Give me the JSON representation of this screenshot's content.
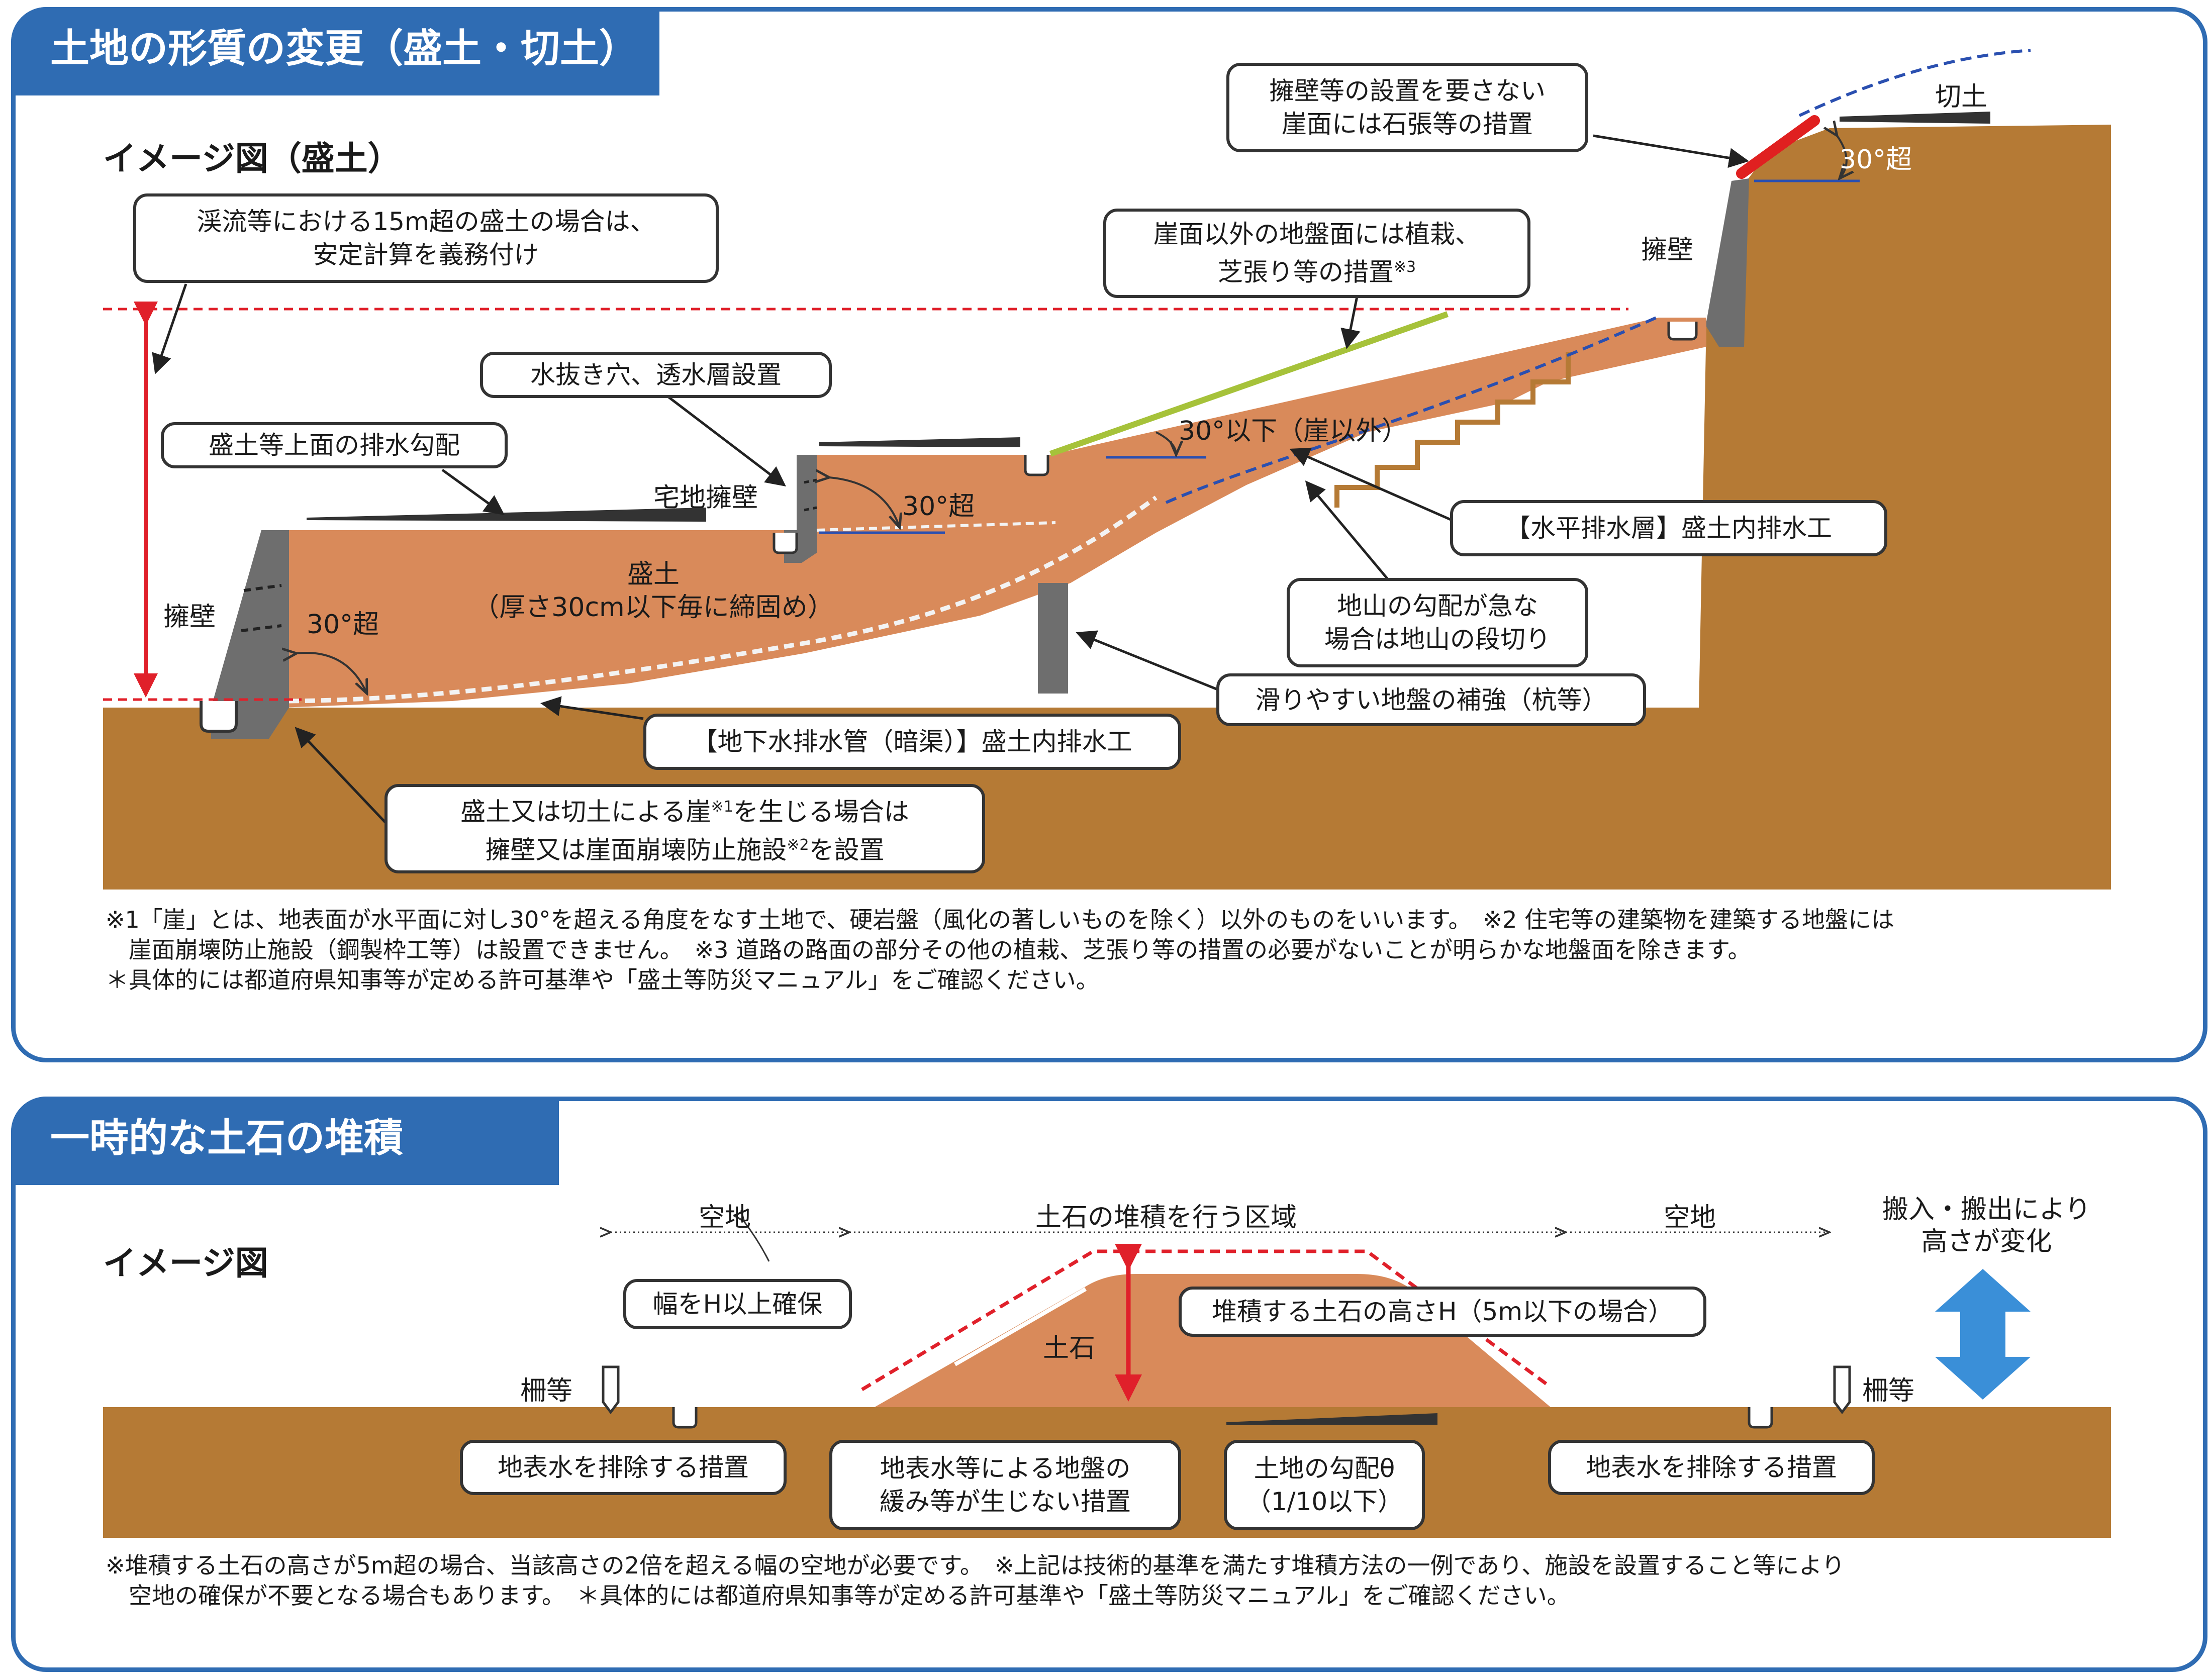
{
  "panel1": {
    "title": "土地の形質の変更（盛土・切土）",
    "subtitle": "イメージ図（盛土）",
    "labels": {
      "keiryu": [
        "渓流等における15m超の盛土の場合は、",
        "安定計算を義務付け"
      ],
      "mizunuki": "水抜き穴、透水層設置",
      "haisui_kobai": "盛土等上面の排水勾配",
      "takuchi_youheki": "宅地擁壁",
      "youheki_left": "擁壁",
      "youheki_right": "擁壁",
      "angle_30_left": "30°超",
      "angle_30_mid": "30°超",
      "angle_30_top": "30°超",
      "angle_30_ika": "30°以下（崖以外）",
      "morido_main": "盛土",
      "morido_sub": "（厚さ30cm以下毎に締固め）",
      "kirido": "切土",
      "sekichou": [
        "擁壁等の設置を要さない",
        "崖面には石張等の措置"
      ],
      "shokusai_line1": "崖面以外の地盤面には植栽、",
      "shokusai_line2": "芝張り等の措置",
      "shokusai_mark": "※3",
      "suihei": "【水平排水層】盛土内排水工",
      "danngiri": [
        "地山の勾配が急な",
        "場合は地山の段切り"
      ],
      "kui": "滑りやすい地盤の補強（杭等）",
      "chika": "【地下水排水管（暗渠）】盛土内排水工",
      "gake_line1_a": "盛土又は切土による崖",
      "gake_line1_mark": "※1",
      "gake_line1_b": "を生じる場合は",
      "gake_line2_a": "擁壁又は崖面崩壊防止施設",
      "gake_line2_mark": "※2",
      "gake_line2_b": "を設置"
    },
    "notes": [
      "※1「崖」とは、地表面が水平面に対し30°を超える角度をなす土地で、硬岩盤（風化の著しいものを除く）以外のものをいいます。　※2 住宅等の建築物を建築する地盤には",
      "　崖面崩壊防止施設（鋼製枠工等）は設置できません。　※3 道路の路面の部分その他の植栽、芝張り等の措置の必要がないことが明らかな地盤面を除きます。",
      "＊具体的には都道府県知事等が定める許可基準や「盛土等防災マニュアル」をご確認ください。"
    ]
  },
  "panel2": {
    "title": "一時的な土石の堆積",
    "subtitle": "イメージ図",
    "labels": {
      "akichi_left": "空地",
      "akichi_right": "空地",
      "kuiki": "土石の堆積を行う区域",
      "haba": "幅をH以上確保",
      "doseki": "土石",
      "takasa": "堆積する土石の高さH（5m以下の場合）",
      "hannyu": [
        "搬入・搬出により",
        "高さが変化"
      ],
      "saku_left": "柵等",
      "saku_right": "柵等",
      "chihyousui_left": "地表水を排除する措置",
      "chihyousui_right": "地表水を排除する措置",
      "yurumi": [
        "地表水等による地盤の",
        "緩み等が生じない措置"
      ],
      "kobai": [
        "土地の勾配θ",
        "（1/10以下）"
      ]
    },
    "notes": [
      "※堆積する土石の高さが5m超の場合、当該高さの2倍を超える幅の空地が必要です。　※上記は技術的基準を満たす堆積方法の一例であり、施設を設置すること等により",
      "　空地の確保が不要となる場合もあります。　＊具体的には都道府県知事等が定める許可基準や「盛土等防災マニュアル」をご確認ください。"
    ]
  },
  "colors": {
    "frame_blue": "#2f6cb3",
    "ground": "#b57a35",
    "fill": "#d98a5a",
    "retaining_wall": "#6e6e6e",
    "red_dashed": "#e0202a",
    "blue_dashed": "#2a4fb0",
    "green_line": "#a6c23a",
    "stone_facing": "#e02020",
    "arrow_blue": "#3a8fd8"
  }
}
